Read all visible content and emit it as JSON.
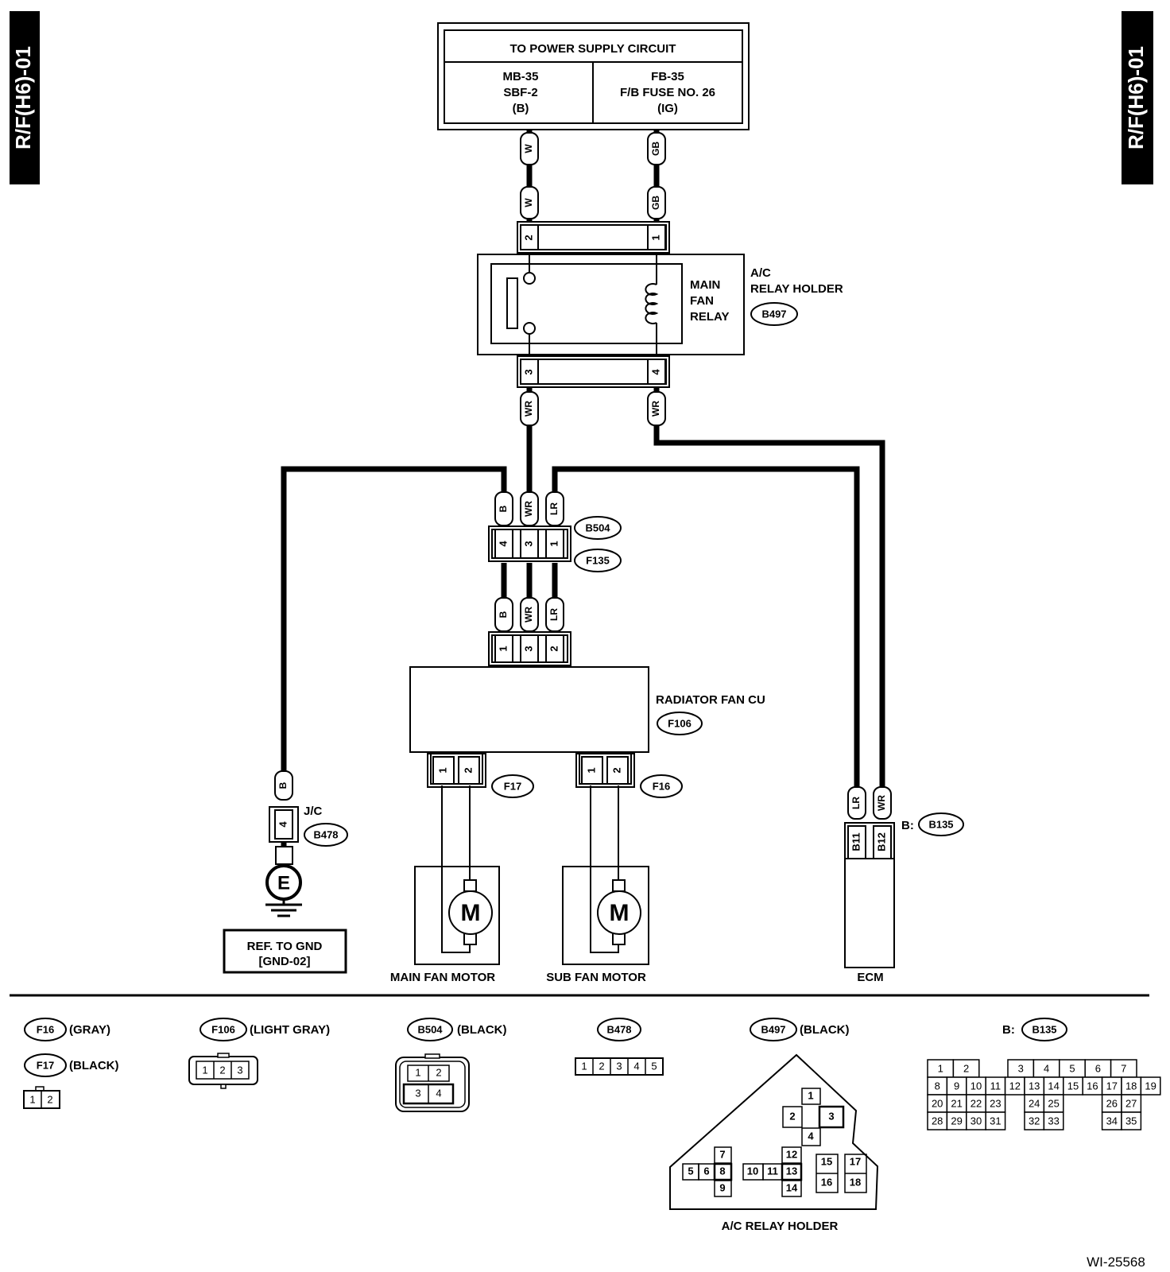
{
  "page_tag": "R/F(H6)-01",
  "figure_id": "WI-25568",
  "power_supply": {
    "title": "TO POWER SUPPLY CIRCUIT",
    "left": [
      "MB-35",
      "SBF-2",
      "(B)"
    ],
    "right": [
      "FB-35",
      "F/B FUSE NO. 26",
      "(IG)"
    ]
  },
  "relay": {
    "name": [
      "MAIN",
      "FAN",
      "RELAY"
    ],
    "holder": [
      "A/C",
      "RELAY HOLDER"
    ],
    "connector": "B497",
    "pins_top": [
      "2",
      "1"
    ],
    "pins_bottom": [
      "3",
      "4"
    ]
  },
  "wires": {
    "top_left": "W",
    "top_right": "GB",
    "relay_out_left": "WR",
    "relay_out_right": "WR",
    "b504_upper": [
      "B",
      "WR",
      "LR"
    ],
    "f135_lower": [
      "B",
      "WR",
      "LR"
    ],
    "ground": "B",
    "ecm_left": "LR",
    "ecm_right": "WR"
  },
  "b504_connector": {
    "top_id": "B504",
    "bottom_id": "F135",
    "pins": [
      "4",
      "3",
      "1"
    ]
  },
  "fan_cu": {
    "name": "RADIATOR FAN CU",
    "connector": "F106",
    "pins": [
      "1",
      "3",
      "2"
    ]
  },
  "main_motor": {
    "name": "MAIN FAN MOTOR",
    "connector": "F17",
    "pins": [
      "1",
      "2"
    ],
    "symbol": "M"
  },
  "sub_motor": {
    "name": "SUB FAN MOTOR",
    "connector": "F16",
    "pins": [
      "1",
      "2"
    ],
    "symbol": "M"
  },
  "ground": {
    "jc": "J/C",
    "connector": "B478",
    "pin": "4",
    "symbol": "E",
    "ref": [
      "REF. TO GND",
      "[GND-02]"
    ]
  },
  "ecm": {
    "name": "ECM",
    "prefix": "B:",
    "connector": "B135",
    "pins": [
      "B11",
      "B12"
    ]
  },
  "legend": {
    "f16": {
      "id": "F16",
      "color": "(GRAY)"
    },
    "f17": {
      "id": "F17",
      "color": "(BLACK)",
      "pins": [
        "1",
        "2"
      ]
    },
    "f106": {
      "id": "F106",
      "color": "(LIGHT GRAY)",
      "pins": [
        "1",
        "2",
        "3"
      ]
    },
    "b504": {
      "id": "B504",
      "color": "(BLACK)",
      "pins": [
        "1",
        "2",
        "3",
        "4"
      ]
    },
    "b478": {
      "id": "B478",
      "pins": [
        "1",
        "2",
        "3",
        "4",
        "5"
      ]
    },
    "b497": {
      "id": "B497",
      "color": "(BLACK)",
      "caption": "A/C RELAY HOLDER",
      "cells": [
        "1",
        "2",
        "3",
        "4",
        "5",
        "6",
        "7",
        "8",
        "9",
        "10",
        "11",
        "12",
        "13",
        "14",
        "15",
        "16",
        "17",
        "18"
      ]
    },
    "b135": {
      "prefix": "B:",
      "id": "B135",
      "row1": [
        "1",
        "2",
        "3",
        "4",
        "5",
        "6",
        "7"
      ],
      "row2": [
        "8",
        "9",
        "10",
        "11",
        "12",
        "13",
        "14",
        "15",
        "16",
        "17",
        "18",
        "19"
      ],
      "row3": [
        "20",
        "21",
        "22",
        "23",
        "24",
        "25",
        "26",
        "27"
      ],
      "row4": [
        "28",
        "29",
        "30",
        "31",
        "32",
        "33",
        "34",
        "35"
      ]
    }
  }
}
